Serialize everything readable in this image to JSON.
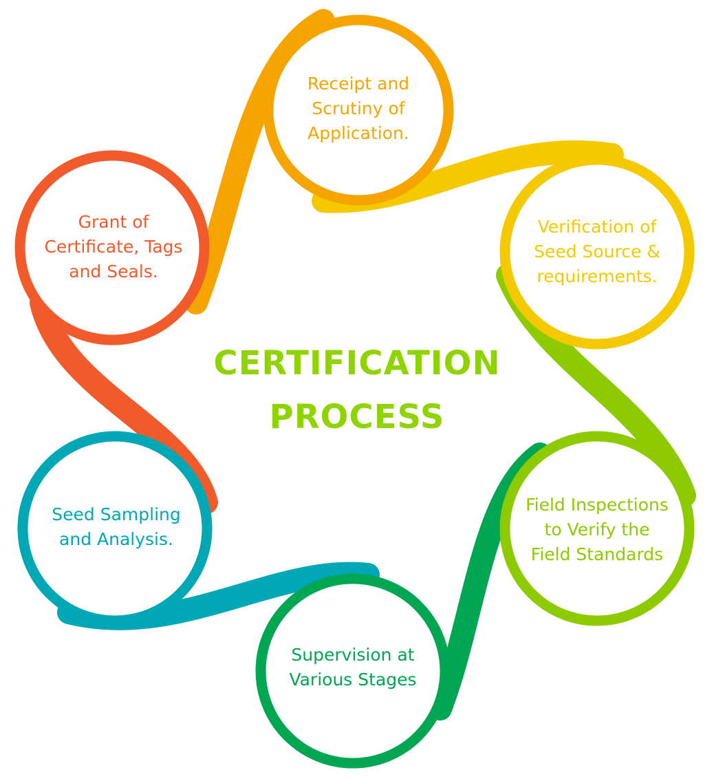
{
  "title": {
    "line1": "CERTIFICATION",
    "line2": "PROCESS"
  },
  "steps": [
    {
      "lines": [
        "Receipt and",
        "Scrutiny of",
        "Application."
      ],
      "color": "#F6A500"
    },
    {
      "lines": [
        "Verification of",
        "Seed Source &",
        "requirements."
      ],
      "color": "#F5C900"
    },
    {
      "lines": [
        "Field Inspections",
        "to Verify the",
        "Field Standards"
      ],
      "color": "#8DCB00"
    },
    {
      "lines": [
        "Supervision at",
        "Various Stages"
      ],
      "color": "#00A651"
    },
    {
      "lines": [
        "Seed Sampling",
        "and Analysis."
      ],
      "color": "#00A8B5"
    },
    {
      "lines": [
        "Grant of",
        "Certificate, Tags",
        "and Seals."
      ],
      "color": "#F15A2B"
    }
  ]
}
